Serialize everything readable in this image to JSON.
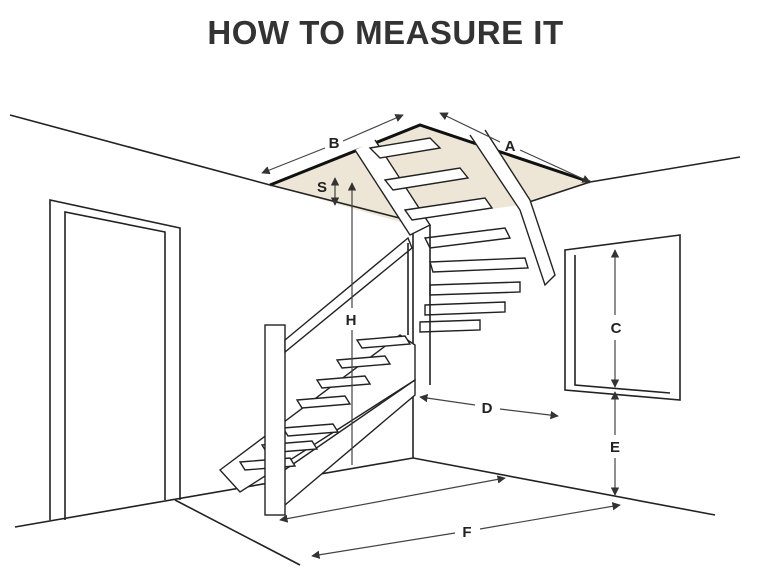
{
  "title": "HOW TO MEASURE IT",
  "labels": {
    "A": "A",
    "B": "B",
    "C": "C",
    "D": "D",
    "E": "E",
    "F": "F",
    "H": "H",
    "S": "S"
  },
  "colors": {
    "opening_fill": "#ede6d6",
    "line": "#222222"
  }
}
